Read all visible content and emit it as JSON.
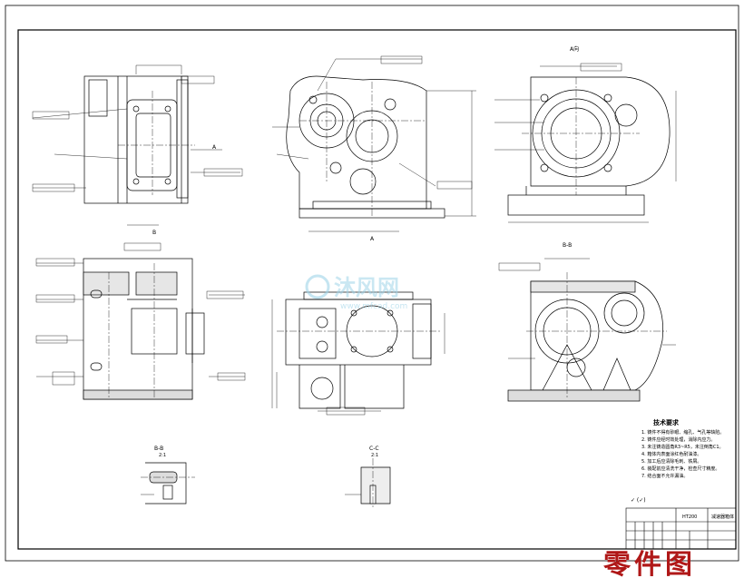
{
  "drawing": {
    "views": {
      "top_right_label": "A向",
      "section_b_label": "B-B",
      "detail_label": "B-B",
      "scale_label_1": "2:1",
      "section_c_label": "C-C",
      "scale_label_2": "2:1"
    },
    "datum_letters": {
      "a": "A",
      "b": "B"
    },
    "technical_notes": {
      "title": "技术要求",
      "items": [
        "1. 铸件不得有砂眼、缩孔、气孔等缺陷。",
        "2. 铸件应经时效处理，消除内应力。",
        "3. 未注铸造圆角R3~R5，未注倒角C1。",
        "4. 箱体内表面涂红色耐油漆。",
        "5. 加工后应清除毛刺、铁屑。",
        "6. 装配前应清洗干净，检查尺寸精度。",
        "7. 结合面不允许漏油。"
      ]
    },
    "roughness_note": "✓ (✓)",
    "title_block": {
      "material": "HT200",
      "part_name": "减速器箱体"
    },
    "stamp": "零件图",
    "watermark": {
      "text": "沐风网",
      "url": "www.mfcad.com"
    }
  }
}
